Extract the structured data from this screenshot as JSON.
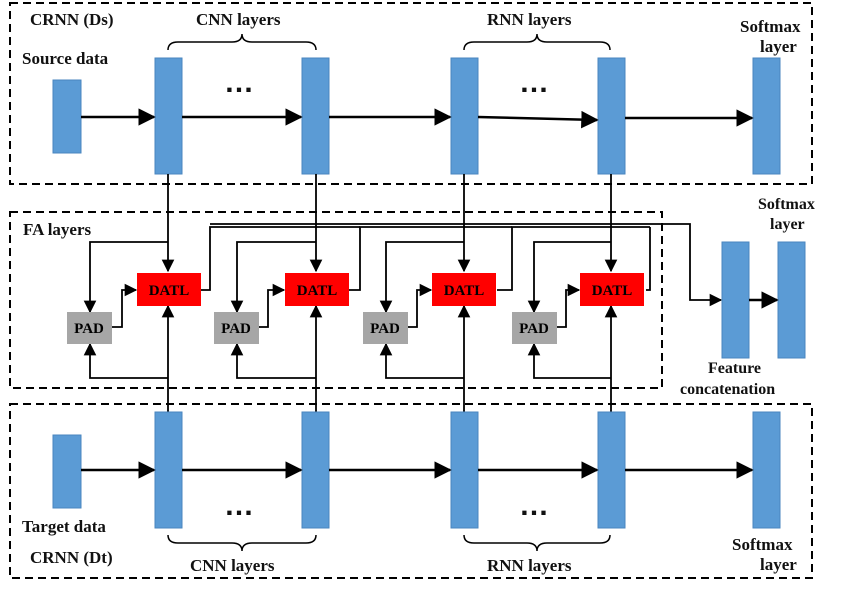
{
  "colors": {
    "layer_fill": "#5b9bd5",
    "layer_stroke": "#4a86bf",
    "datl_fill": "#ff0000",
    "datl_text": "#000000",
    "pad_fill": "#a6a6a6",
    "pad_text": "#000000",
    "line": "#000000"
  },
  "source_network": {
    "title": "CRNN (Ds)",
    "input_label": "Source data",
    "cnn_label": "CNN layers",
    "rnn_label": "RNN layers",
    "softmax_label_line1": "Softmax",
    "softmax_label_line2": "layer",
    "ellipsis": "…"
  },
  "fa_section": {
    "title": "FA layers",
    "datl_label": "DATL",
    "pad_label": "PAD"
  },
  "concat_section": {
    "softmax_label_line1": "Softmax",
    "softmax_label_line2": "layer",
    "feature_label_line1": "Feature",
    "feature_label_line2": "concatenation"
  },
  "target_network": {
    "title": "CRNN (Dt)",
    "input_label": "Target data",
    "cnn_label": "CNN layers",
    "rnn_label": "RNN layers",
    "softmax_label_line1": "Softmax",
    "softmax_label_line2": "layer",
    "ellipsis": "…"
  }
}
